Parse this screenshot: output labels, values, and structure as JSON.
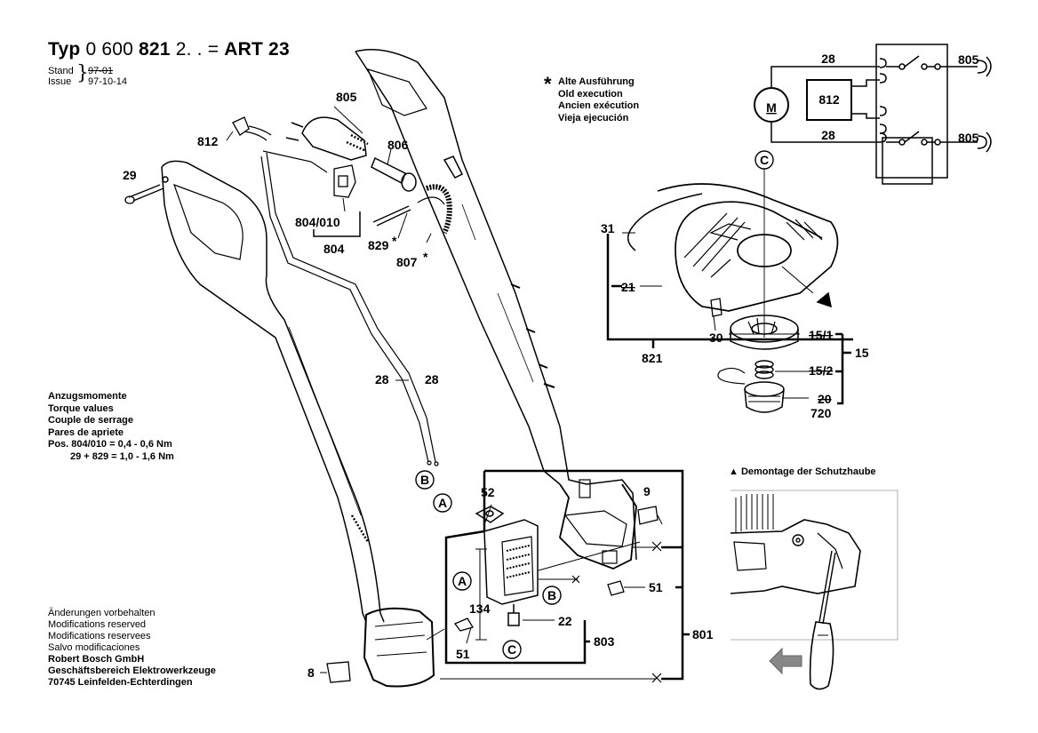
{
  "header": {
    "typ_label": "Typ",
    "typ_number": "0 600",
    "typ_bold": "821",
    "typ_suffix": "2. . =",
    "art": "ART 23",
    "stand_label": "Stand",
    "issue_label": "Issue",
    "stand_old": "97-01",
    "issue_date": "97-10-14"
  },
  "legend": {
    "star": "*",
    "lines": [
      "Alte Ausführung",
      "Old execution",
      "Ancien exécution",
      "Vieja ejecución"
    ]
  },
  "torque": {
    "lines": [
      "Anzugsmomente",
      "Torque values",
      "Couple de serrage",
      "Pares de apriete"
    ],
    "spec1": "Pos. 804/010 = 0,4 - 0,6 Nm",
    "spec2": "29 + 829 = 1,0 - 1,6 Nm"
  },
  "footer": {
    "lines": [
      "Änderungen vorbehalten",
      "Modifications reserved",
      "Modifications reservees",
      "Salvo modificaciones"
    ],
    "company": [
      "Robert Bosch GmbH",
      "Geschäftsbereich Elektrowerkzeuge",
      "70745 Leinfelden-Echterdingen"
    ]
  },
  "demontage": {
    "triangle": "▲",
    "label": "Demontage der Schutzhaube"
  },
  "wiring": {
    "motor": "M",
    "box": "812",
    "wire_top": "28",
    "wire_bottom": "28",
    "plug_top": "805",
    "plug_bottom": "805"
  },
  "parts": {
    "p812": "812",
    "p29": "29",
    "p805": "805",
    "p806": "806",
    "p804_010": "804/010",
    "p804": "804",
    "p829": "829",
    "p807": "807",
    "p28a": "28",
    "p28b": "28",
    "p31": "31",
    "p21": "21",
    "p30": "30",
    "p821": "821",
    "p15_1": "15/1",
    "p15": "15",
    "p15_2": "15/2",
    "p20": "20",
    "p720": "720",
    "p52": "52",
    "p9": "9",
    "p51a": "51",
    "p51b": "51",
    "p22": "22",
    "p803": "803",
    "p801": "801",
    "p134": "134",
    "p8": "8",
    "star1": "*",
    "star2": "*"
  },
  "callouts": {
    "A": "A",
    "B": "B",
    "C": "C"
  }
}
